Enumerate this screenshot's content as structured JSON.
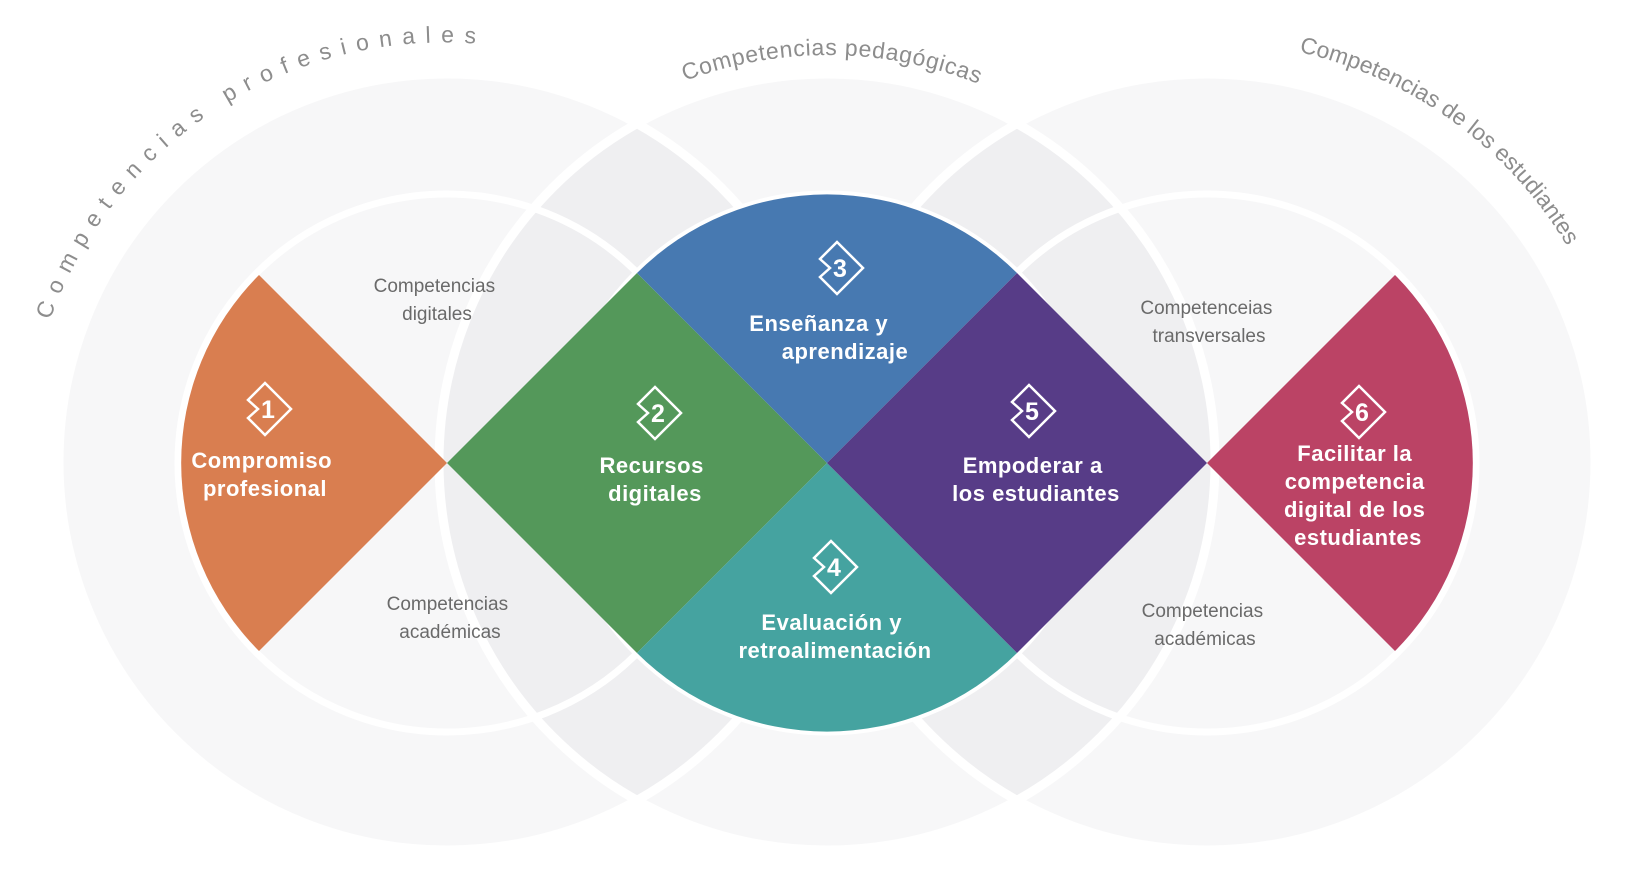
{
  "diagram": {
    "area_titles": {
      "left": "Competencias profesionales",
      "center": "Competencias pedagógicas",
      "right": "Competencias de los estudiantes"
    },
    "side_labels": {
      "digital": {
        "line1": "Competencias",
        "line2": "digitales"
      },
      "academic_left": {
        "line1": "Competencias",
        "line2": "académicas"
      },
      "transversal": {
        "line1": "Competenceias",
        "line2": "transversales"
      },
      "academic_right": {
        "line1": "Competencias",
        "line2": "académicas"
      }
    },
    "sections": [
      {
        "number": "1",
        "lines": [
          "Compromiso",
          "profesional"
        ],
        "color": "#D97E50"
      },
      {
        "number": "2",
        "lines": [
          "Recursos",
          "digitales"
        ],
        "color": "#54985A"
      },
      {
        "number": "3",
        "lines": [
          "Enseñanza y",
          "aprendizaje"
        ],
        "color": "#4779B1"
      },
      {
        "number": "4",
        "lines": [
          "Evaluación y",
          "retroalimentación"
        ],
        "color": "#45A3A0"
      },
      {
        "number": "5",
        "lines": [
          "Empoderar a",
          "los estudiantes"
        ],
        "color": "#573C87"
      },
      {
        "number": "6",
        "lines": [
          "Facilitar la",
          "competencia",
          "digital de los",
          "estudiantes"
        ],
        "color": "#BB4365"
      }
    ],
    "colors": {
      "background": "#FFFFFF",
      "area_title_text": "#8D8D8D",
      "side_label_text": "#6A6A6A",
      "section_text": "#FFFFFF"
    }
  }
}
